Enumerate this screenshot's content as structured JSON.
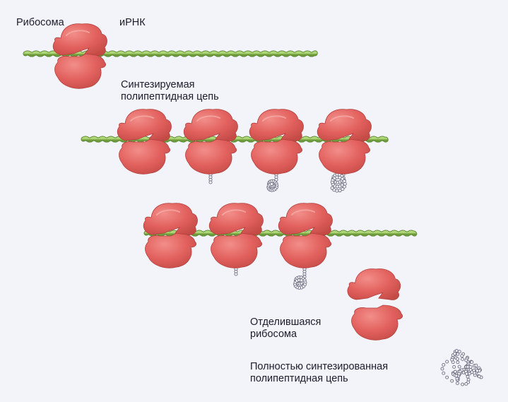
{
  "labels": {
    "ribosome": "Рибосома",
    "mrna": "иРНК",
    "synthesized_chain": {
      "line1": "Синтезируемая",
      "line2": "полипептидная цепь"
    },
    "detached_ribosome": {
      "line1": "Отделившаяся",
      "line2": "рибосома"
    },
    "complete_chain": {
      "line1": "Полностью синтезированная",
      "line2": "полипептидная цепь"
    }
  },
  "colors": {
    "background": "#f3f3fa",
    "ribosome_fill": "#e2615e",
    "ribosome_highlight": "#ef8b86",
    "ribosome_shadow": "#bd4340",
    "mrna_fill": "#95c25b",
    "mrna_stroke": "#5d8a33",
    "chain_fill": "#f4f4f8",
    "chain_stroke": "#6c6e80",
    "text": "#1d1d2a"
  }
}
